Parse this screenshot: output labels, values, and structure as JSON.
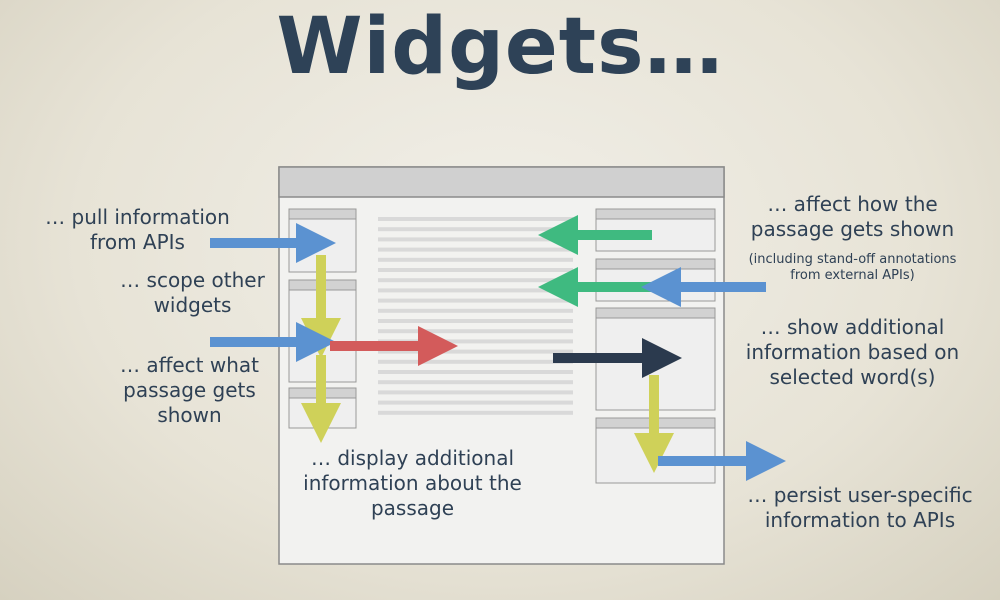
{
  "title": "Widgets…",
  "labels": {
    "pull_info": [
      "… pull information",
      "from APIs"
    ],
    "scope_widgets": [
      "… scope other",
      "widgets"
    ],
    "affect_passage": [
      "… affect what",
      "passage gets",
      "shown"
    ],
    "display_info": [
      "… display additional",
      "information about the",
      "passage"
    ],
    "affect_how": [
      "… affect how the",
      "passage gets shown"
    ],
    "standoff_note": [
      "(including stand-off annotations",
      "from external APIs)"
    ],
    "show_additional": [
      "… show additional",
      "information based on",
      "selected word(s)"
    ],
    "persist": [
      "… persist user-specific",
      "information to APIs"
    ]
  },
  "colors": {
    "blue_arrow": "#5b92d1",
    "green_arrow": "#3fba80",
    "yellow_arrow": "#cfd159",
    "red_arrow": "#d35b5b",
    "navy_arrow": "#2b3a4e",
    "frame_border": "#8a8a8a",
    "widget_header": "#d2d2d2",
    "text_line": "#d9d9d9"
  }
}
